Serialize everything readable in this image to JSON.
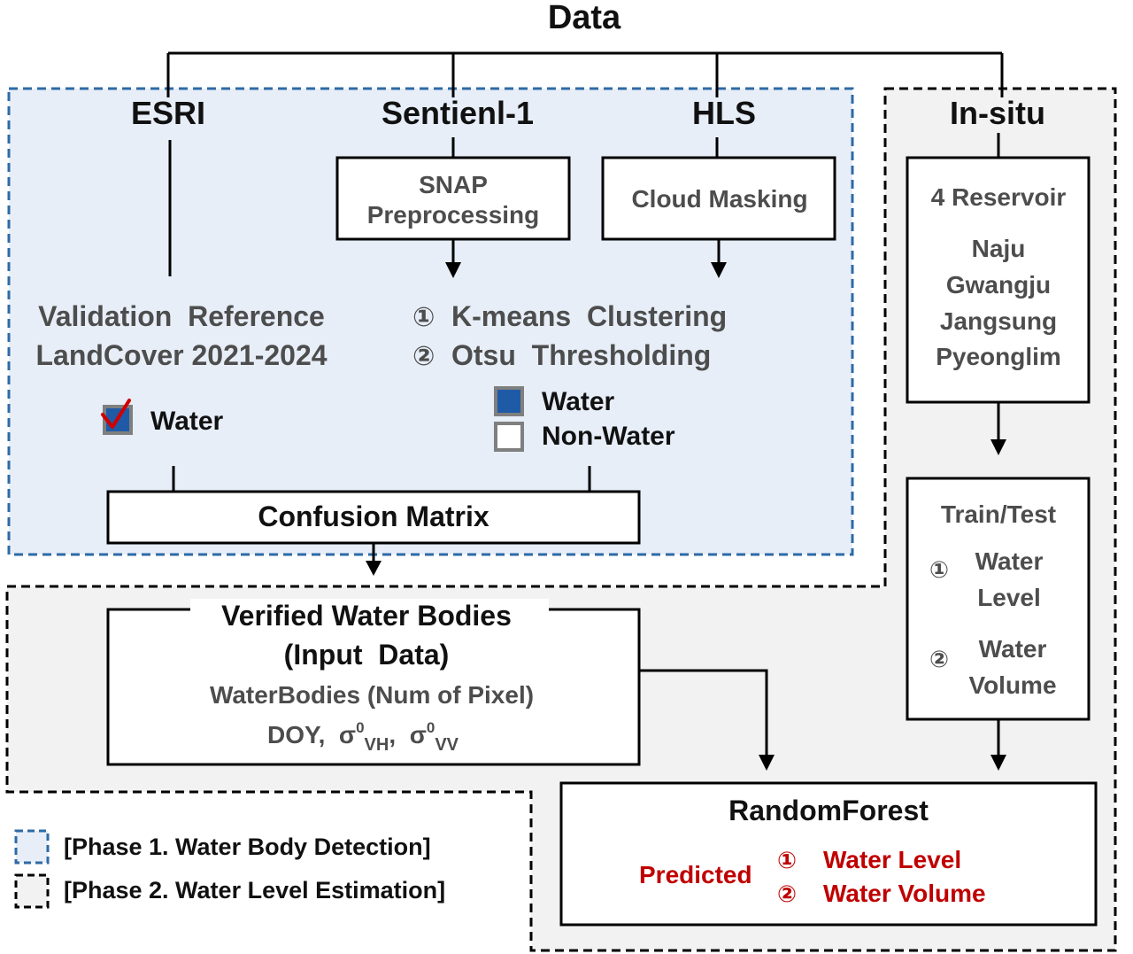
{
  "title": "Data",
  "sources": {
    "esri": "ESRI",
    "sentinel": "Sentienl-1",
    "hls": "HLS",
    "insitu": "In-situ"
  },
  "snap": {
    "line1": "SNAP",
    "line2": "Preprocessing"
  },
  "cloud_masking": "Cloud Masking",
  "validation": {
    "line1": "Validation  Reference",
    "line2": "LandCover 2021-2024"
  },
  "methods": {
    "num1": "①",
    "item1": "K-means  Clustering",
    "num2": "②",
    "item2": "Otsu  Thresholding"
  },
  "esri_water_label": "Water",
  "class_legend": {
    "water": "Water",
    "non_water": "Non-Water"
  },
  "confusion_matrix": "Confusion Matrix",
  "verified": {
    "title": "Verified Water Bodies",
    "subtitle": "(Input  Data)",
    "line1": "WaterBodies (Num of Pixel)",
    "doy": "DOY,  ",
    "sigma": "σ",
    "sup": "0",
    "vh": "VH",
    "sep": ",  ",
    "vv": "VV"
  },
  "reservoir": {
    "title": "4 Reservoir",
    "names": [
      "Naju",
      "Gwangju",
      "Jangsung",
      "Pyeonglim"
    ]
  },
  "train_test": {
    "title": "Train/Test",
    "num1": "①",
    "item1_line1": "Water",
    "item1_line2": "Level",
    "num2": "②",
    "item2_line1": "Water",
    "item2_line2": "Volume"
  },
  "random_forest": {
    "title": "RandomForest",
    "predicted": "Predicted",
    "num1": "①",
    "out1": "Water Level",
    "num2": "②",
    "out2": "Water Volume"
  },
  "legend": {
    "phase1": "[Phase 1. Water Body Detection]",
    "phase2": "[Phase 2. Water Level Estimation]"
  },
  "colors": {
    "phase1_border": "#2e6aa6",
    "phase1_fill": "#e7eef8",
    "phase2_fill": "#f2f2f2",
    "water_blue": "#1f5aa6",
    "predicted_red": "#c00000",
    "check_red": "#d00000"
  }
}
